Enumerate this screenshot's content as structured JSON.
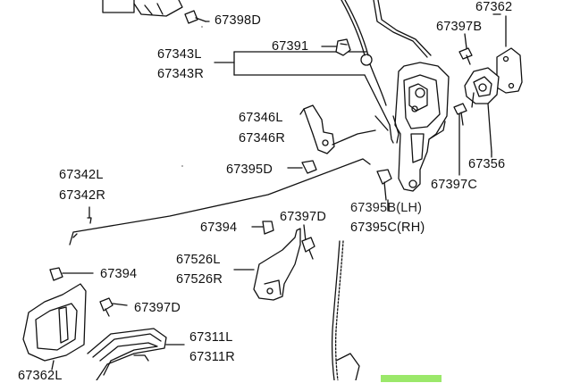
{
  "diagram": {
    "colors": {
      "line": "#111111",
      "background": "#ffffff",
      "highlight": "#9be86a"
    },
    "labels": {
      "p67398D": "67398D",
      "p67343L": "67343L",
      "p67343R": "67343R",
      "p67391": "67391",
      "p67362_top": "67362",
      "p67397B": "67397B",
      "p67346L": "67346L",
      "p67346R": "67346R",
      "p67395D": "67395D",
      "p67356": "67356",
      "p67397C": "67397C",
      "p67342L": "67342L",
      "p67342R": "67342R",
      "p67395B": "67395B(LH)",
      "p67395C": "67395C(RH)",
      "p67394_mid": "67394",
      "p67397D_mid": "67397D",
      "p67526L": "67526L",
      "p67526R": "67526R",
      "p67394_left": "67394",
      "p67397D_left": "67397D",
      "p67311L": "67311L",
      "p67311R": "67311R",
      "p67362_bottom": "67362L"
    }
  }
}
